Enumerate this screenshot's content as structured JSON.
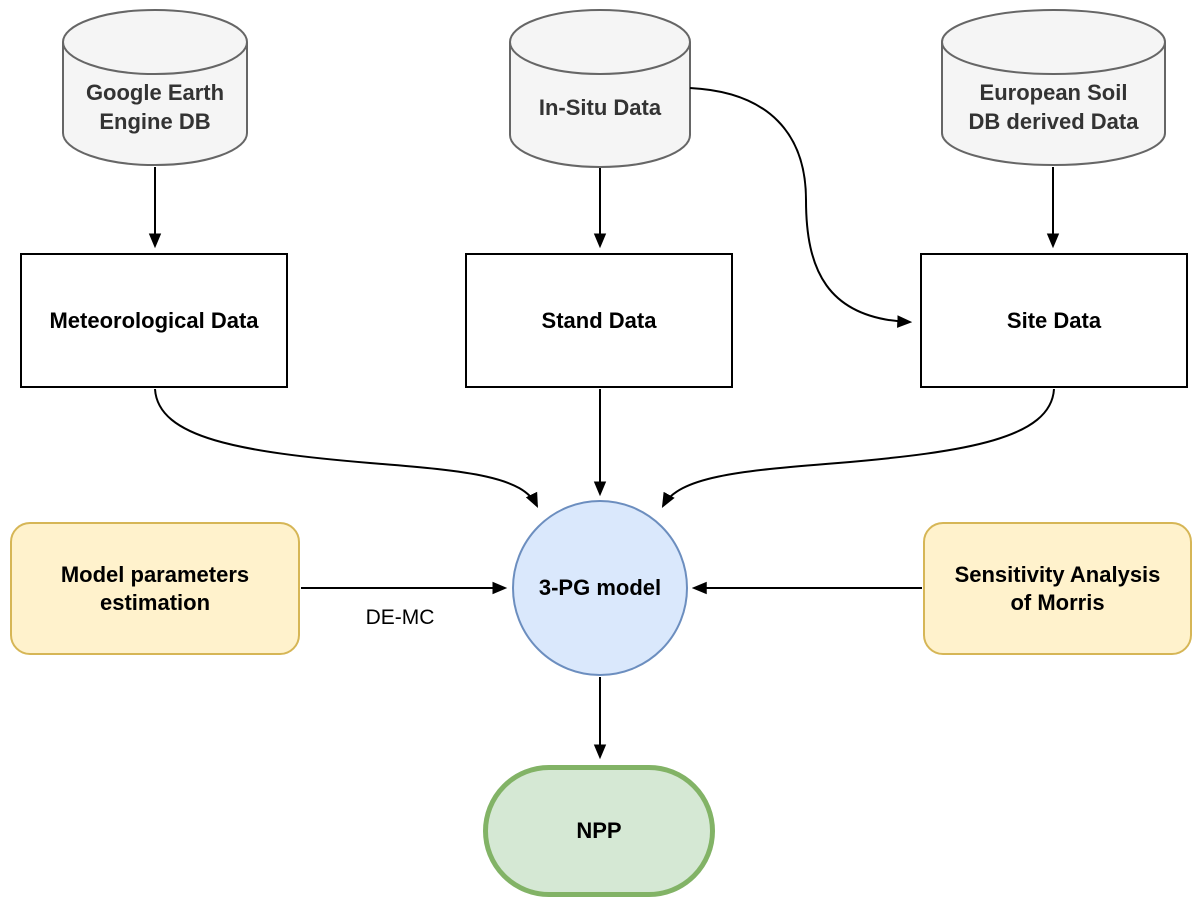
{
  "colors": {
    "canvas-bg": "#ffffff",
    "edge": "#000000",
    "text": "#000000",
    "cylinder-fill": "#f5f5f5",
    "cylinder-stroke": "#666666",
    "cylinder-text": "#333333",
    "rect-fill": "#ffffff",
    "rect-stroke": "#000000",
    "circle-fill": "#dae8fc",
    "circle-stroke": "#6c8ebf",
    "rounded-fill": "#fff2cc",
    "rounded-stroke": "#d6b656",
    "terminal-fill": "#d5e8d4",
    "terminal-stroke": "#82b366"
  },
  "nodes": {
    "gee_db": {
      "type": "database",
      "lines": [
        "Google Earth",
        "Engine DB"
      ]
    },
    "insitu_db": {
      "type": "database",
      "lines": [
        "In-Situ Data"
      ]
    },
    "soil_db": {
      "type": "database",
      "lines": [
        "European Soil",
        "DB derived Data"
      ]
    },
    "meteorological": {
      "type": "process",
      "label": "Meteorological Data"
    },
    "stand": {
      "type": "process",
      "label": "Stand Data"
    },
    "site": {
      "type": "process",
      "label": "Site Data"
    },
    "model": {
      "type": "circle",
      "label": "3-PG model"
    },
    "params": {
      "type": "rounded",
      "lines": [
        "Model parameters",
        "estimation"
      ]
    },
    "sensitivity": {
      "type": "rounded",
      "lines": [
        "Sensitivity Analysis",
        "of Morris"
      ]
    },
    "npp": {
      "type": "terminal",
      "label": "NPP"
    }
  },
  "edges": [
    {
      "from": "gee_db",
      "to": "meteorological",
      "label": ""
    },
    {
      "from": "insitu_db",
      "to": "stand",
      "label": ""
    },
    {
      "from": "soil_db",
      "to": "site",
      "label": ""
    },
    {
      "from": "insitu_db",
      "to": "site",
      "label": ""
    },
    {
      "from": "meteorological",
      "to": "model",
      "label": ""
    },
    {
      "from": "stand",
      "to": "model",
      "label": ""
    },
    {
      "from": "site",
      "to": "model",
      "label": ""
    },
    {
      "from": "params",
      "to": "model",
      "label": "DE-MC"
    },
    {
      "from": "sensitivity",
      "to": "model",
      "label": ""
    },
    {
      "from": "model",
      "to": "npp",
      "label": ""
    }
  ]
}
